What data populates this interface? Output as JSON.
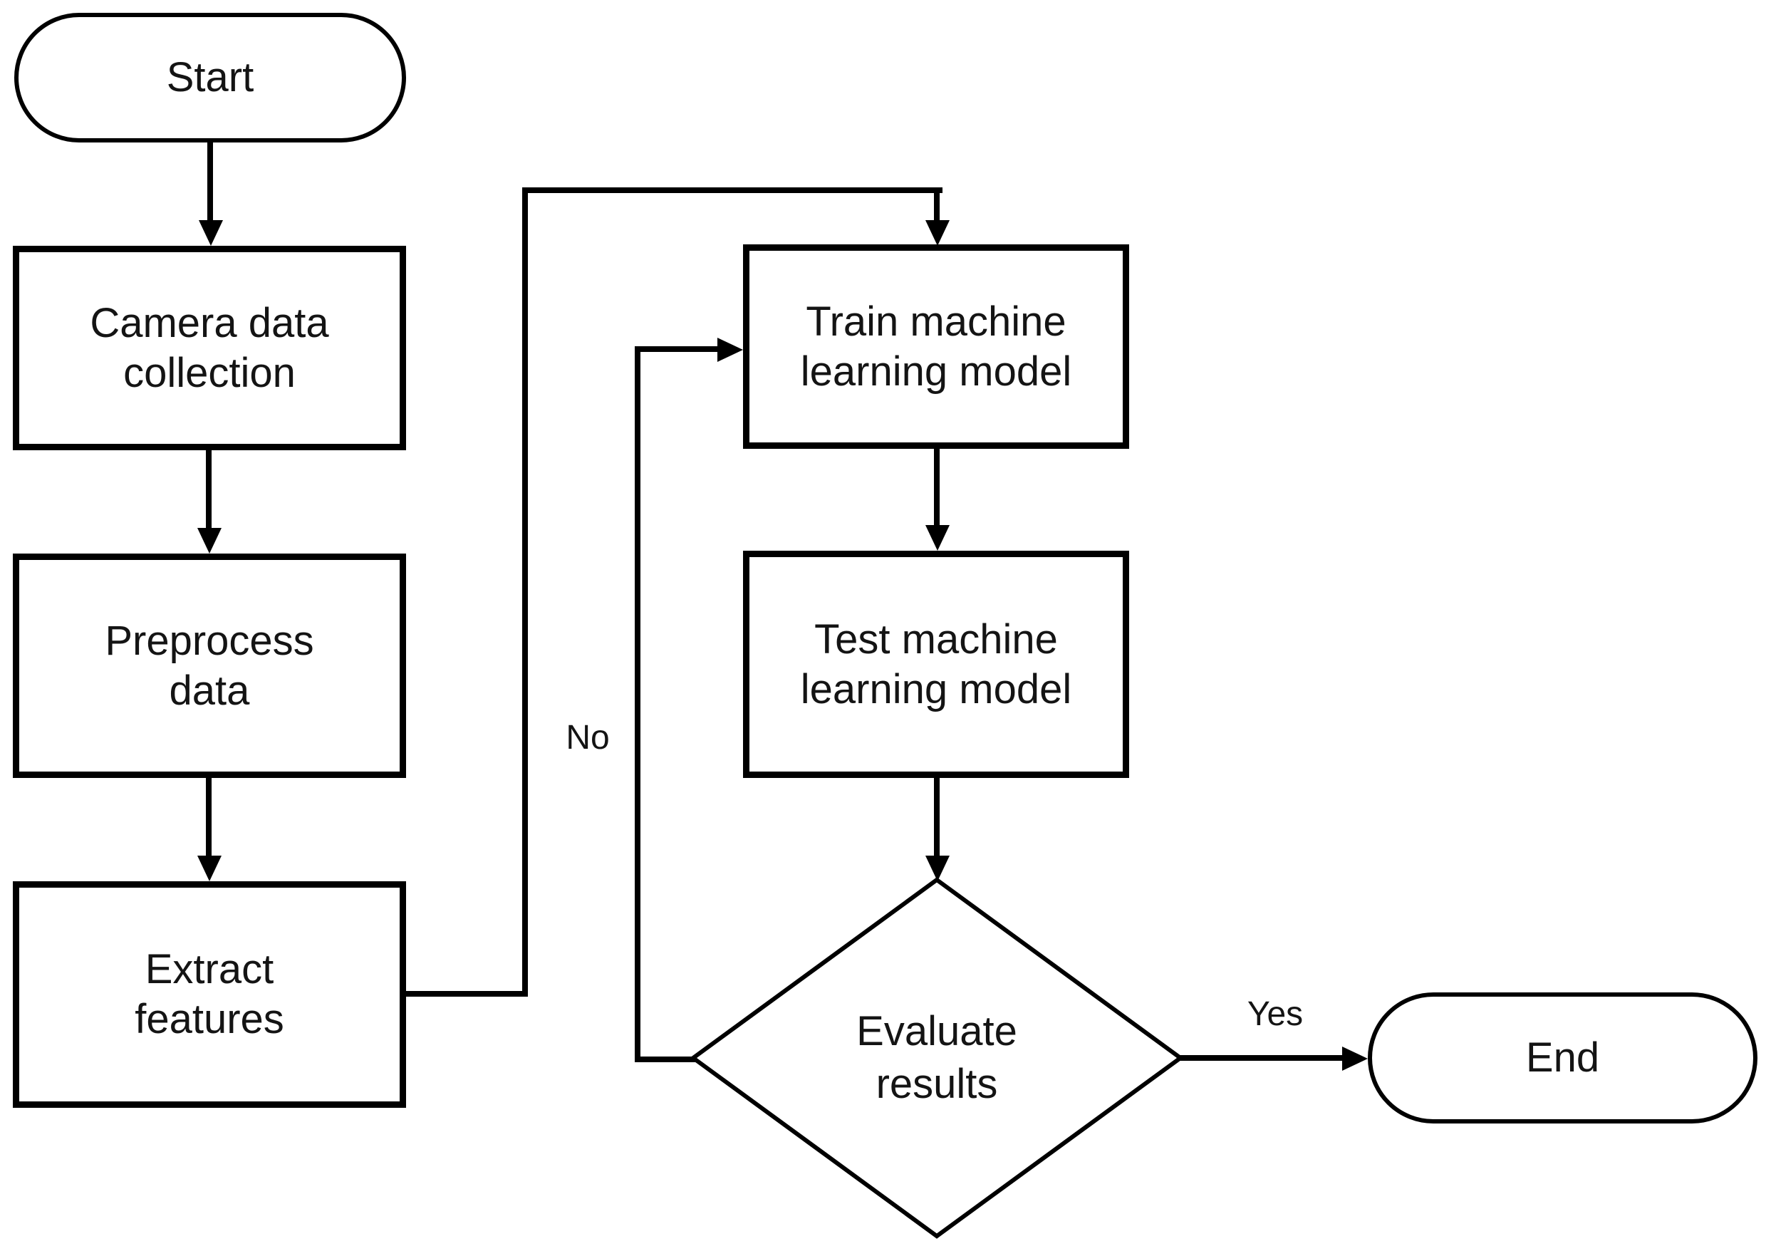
{
  "flowchart": {
    "nodes": {
      "start": {
        "type": "terminator",
        "label": "Start"
      },
      "camera": {
        "type": "process",
        "lines": [
          "Camera data",
          "collection"
        ]
      },
      "preprocess": {
        "type": "process",
        "lines": [
          "Preprocess",
          "data"
        ]
      },
      "extract": {
        "type": "process",
        "lines": [
          "Extract",
          "features"
        ]
      },
      "train": {
        "type": "process",
        "lines": [
          "Train machine",
          "learning model"
        ]
      },
      "test": {
        "type": "process",
        "lines": [
          "Test machine",
          "learning model"
        ]
      },
      "evaluate": {
        "type": "decision",
        "lines": [
          "Evaluate",
          "results"
        ]
      },
      "end": {
        "type": "terminator",
        "label": "End"
      }
    },
    "edge_labels": {
      "yes": "Yes",
      "no": "No"
    },
    "colors": {
      "stroke": "#000000",
      "fill": "#ffffff",
      "text": "#141414"
    }
  }
}
